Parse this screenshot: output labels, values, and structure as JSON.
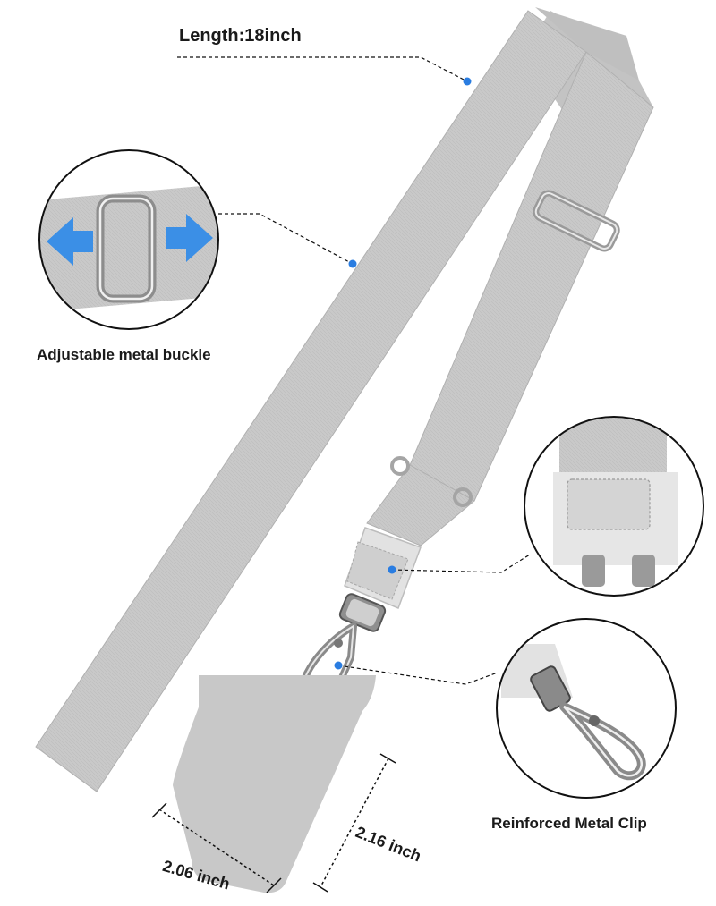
{
  "labels": {
    "length": "Length:18inch",
    "buckle": "Adjustable metal buckle",
    "clip": "Reinforced Metal Clip",
    "width": "2.06 inch",
    "height": "2.16 inch"
  },
  "colors": {
    "strap": "#c9c9c9",
    "strap_shadow": "#b3b3b3",
    "leather": "#e4e4e4",
    "metal": "#b8b8b8",
    "marker_dot": "#2a7de1",
    "arrow": "#3b8fe6",
    "outline": "#111111",
    "patch": "#c8c8c8"
  },
  "icons": {
    "callout_dot": "dot-marker-icon",
    "direction_arrows": "double-arrow-icon"
  }
}
